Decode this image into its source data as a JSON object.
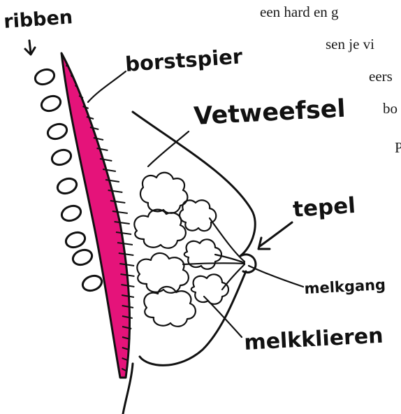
{
  "text_fragments": [
    "een hard en g",
    "sen je vi",
    "eers",
    "bo",
    "P"
  ],
  "labels": {
    "ribs": "ribben",
    "muscle": "borstspier",
    "fat": "Vetweefsel",
    "nipple": "tepel",
    "duct": "melkgang",
    "glands": "melkklieren"
  },
  "colors": {
    "muscle": "#e5137a",
    "ink": "#111111",
    "background": "#ffffff"
  }
}
